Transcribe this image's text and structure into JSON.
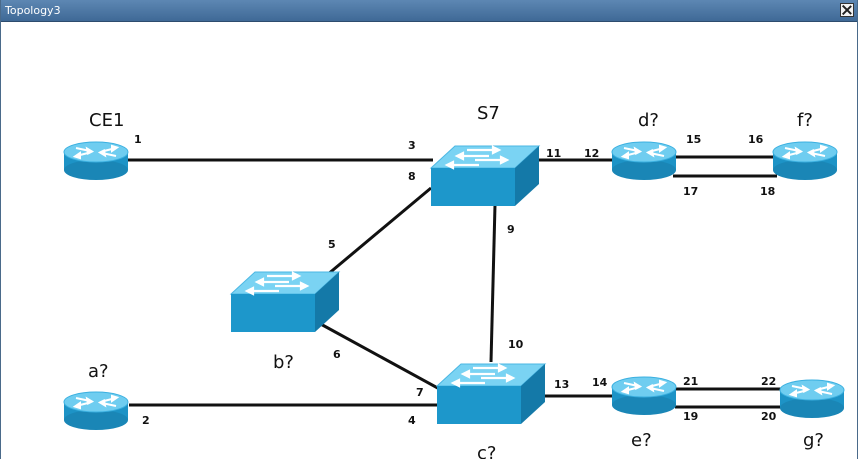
{
  "window": {
    "title": "Topology3",
    "close_icon": "close-icon"
  },
  "colors": {
    "titlebar": "#4a76a4",
    "device_top": "#7fd4f2",
    "device_side": "#1b96c8",
    "link": "#111111"
  },
  "devices": {
    "ce1": {
      "label": "CE1",
      "type": "router"
    },
    "s7": {
      "label": "S7",
      "type": "switch"
    },
    "d": {
      "label": "d?",
      "type": "router"
    },
    "f": {
      "label": "f?",
      "type": "router"
    },
    "b": {
      "label": "b?",
      "type": "switch"
    },
    "a": {
      "label": "a?",
      "type": "router"
    },
    "c": {
      "label": "c?",
      "type": "switch"
    },
    "e": {
      "label": "e?",
      "type": "router"
    },
    "g": {
      "label": "g?",
      "type": "router"
    }
  },
  "ports": {
    "p1": "1",
    "p2": "2",
    "p3": "3",
    "p4": "4",
    "p5": "5",
    "p6": "6",
    "p7": "7",
    "p8": "8",
    "p9": "9",
    "p10": "10",
    "p11": "11",
    "p12": "12",
    "p13": "13",
    "p14": "14",
    "p15": "15",
    "p16": "16",
    "p17": "17",
    "p18": "18",
    "p19": "19",
    "p20": "20",
    "p21": "21",
    "p22": "22"
  }
}
